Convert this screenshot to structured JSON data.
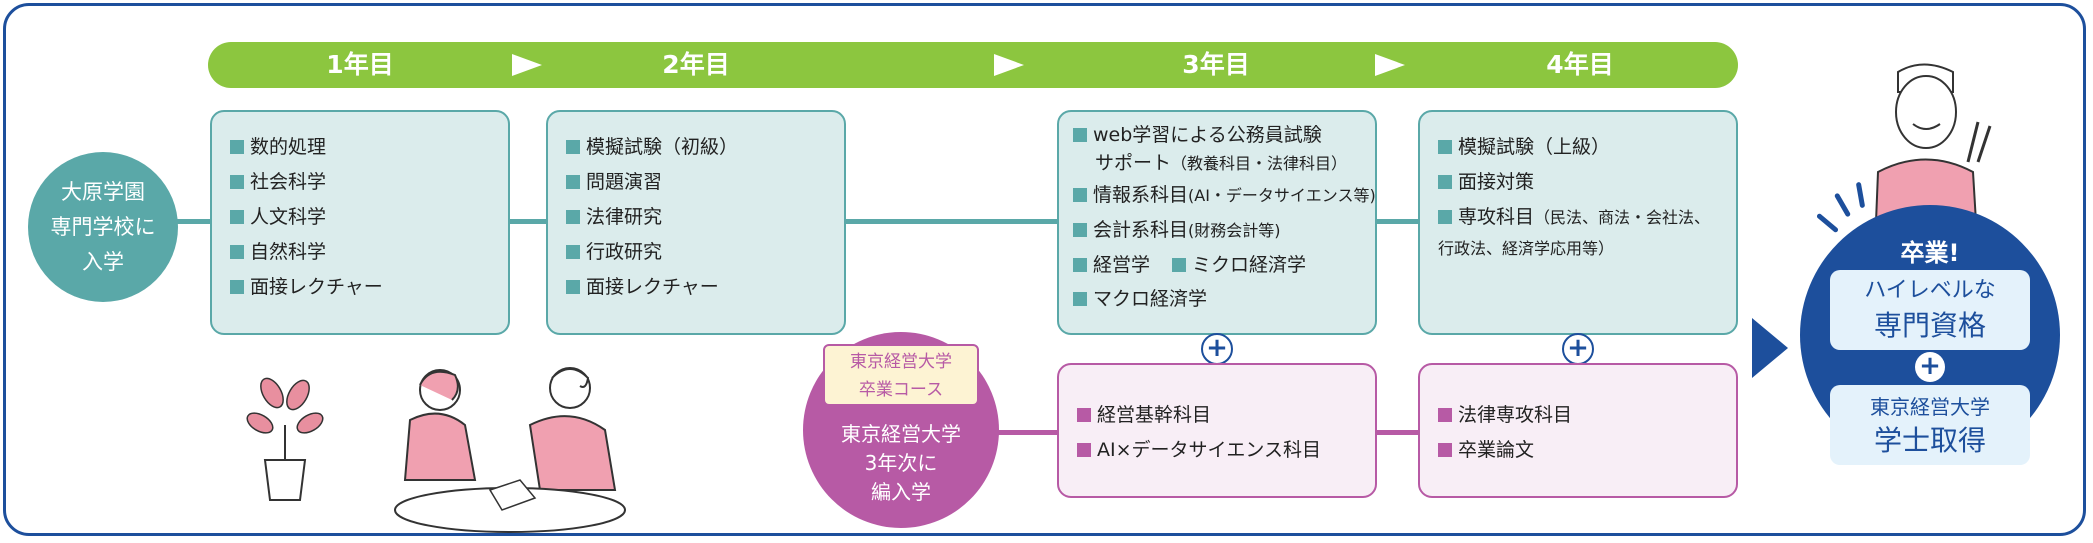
{
  "years": [
    "1年目",
    "2年目",
    "3年目",
    "4年目"
  ],
  "start": {
    "lines": [
      "大原学園",
      "専門学校に",
      "入学"
    ]
  },
  "box_y1": {
    "items": [
      "数的処理",
      "社会科学",
      "人文科学",
      "自然科学",
      "面接レクチャー"
    ]
  },
  "box_y2": {
    "items": [
      "模擬試験（初級）",
      "問題演習",
      "法律研究",
      "行政研究",
      "面接レクチャー"
    ]
  },
  "box_y3": {
    "item1_line1": "web学習による公務員試験",
    "item1_line2": "サポート",
    "item1_note": "（教養科目・法律科目）",
    "item2": "情報系科目",
    "item2_note": "(AI・データサイエンス等)",
    "item3": "会計系科目",
    "item3_note": "(財務会計等)",
    "item4a": "経営学",
    "item4b": "ミクロ経済学",
    "item5": "マクロ経済学"
  },
  "box_y4": {
    "item1": "模擬試験（上級）",
    "item2": "面接対策",
    "item3": "専攻科目",
    "item3_note1": "（民法、商法・会社法、",
    "item3_note2": "行政法、経済学応用等）"
  },
  "tokyo_course": {
    "tag_lines": [
      "東京経営大学",
      "卒業コース"
    ],
    "lines": [
      "東京経営大学",
      "3年次に",
      "編入学"
    ]
  },
  "box_p3": {
    "items": [
      "経営基幹科目",
      "AI×データサイエンス科目"
    ]
  },
  "box_p4": {
    "items": [
      "法律専攻科目",
      "卒業論文"
    ]
  },
  "plus_sign": "+",
  "graduation": {
    "title": "卒業!",
    "card1_line1": "ハイレベルな",
    "card1_line2": "専門資格",
    "card2_line1": "東京経営大学",
    "card2_line2": "学士取得"
  },
  "colors": {
    "teal": "#5aa8a8",
    "green": "#8cc63f",
    "pink": "#b75aa5",
    "navy": "#1d4f9c"
  }
}
